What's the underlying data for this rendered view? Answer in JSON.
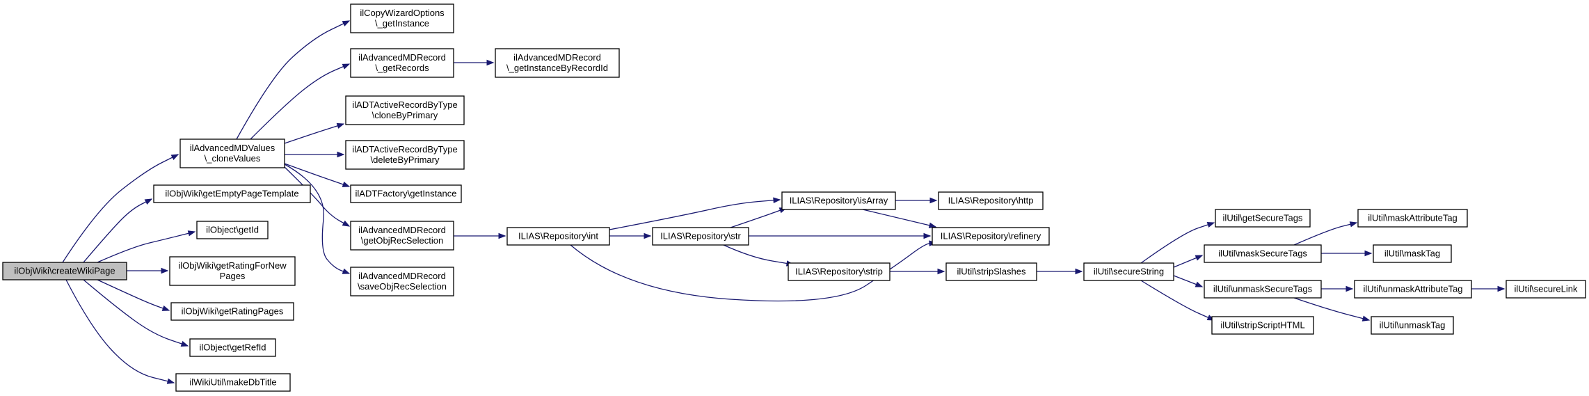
{
  "graph": {
    "title": "",
    "colors": {
      "edge": "#191970",
      "node_fill": "#ffffff",
      "root_fill": "#bfbfbf",
      "border": "#000000"
    },
    "nodes": [
      {
        "id": "root",
        "lines": [
          "ilObjWiki\\createWikiPage"
        ],
        "root": true
      },
      {
        "id": "advvalues",
        "lines": [
          "ilAdvancedMDValues",
          "\\_cloneValues"
        ]
      },
      {
        "id": "getemptypage",
        "lines": [
          "ilObjWiki\\getEmptyPageTemplate"
        ]
      },
      {
        "id": "getid",
        "lines": [
          "ilObject\\getId"
        ]
      },
      {
        "id": "ratingnew",
        "lines": [
          "ilObjWiki\\getRatingForNew",
          "Pages"
        ]
      },
      {
        "id": "ratingpages",
        "lines": [
          "ilObjWiki\\getRatingPages"
        ]
      },
      {
        "id": "getrefid",
        "lines": [
          "ilObject\\getRefId"
        ]
      },
      {
        "id": "makedbtitle",
        "lines": [
          "ilWikiUtil\\makeDbTitle"
        ]
      },
      {
        "id": "copywizard",
        "lines": [
          "ilCopyWizardOptions",
          "\\_getInstance"
        ]
      },
      {
        "id": "getrecords",
        "lines": [
          "ilAdvancedMDRecord",
          "\\_getRecords"
        ]
      },
      {
        "id": "getinstbyrec",
        "lines": [
          "ilAdvancedMDRecord",
          "\\_getInstanceByRecordId"
        ]
      },
      {
        "id": "clonebyprimary",
        "lines": [
          "ilADTActiveRecordByType",
          "\\cloneByPrimary"
        ]
      },
      {
        "id": "deletebyprimary",
        "lines": [
          "ilADTActiveRecordByType",
          "\\deleteByPrimary"
        ]
      },
      {
        "id": "adtfactory",
        "lines": [
          "ilADTFactory\\getInstance"
        ]
      },
      {
        "id": "getobjrecsel",
        "lines": [
          "ilAdvancedMDRecord",
          "\\getObjRecSelection"
        ]
      },
      {
        "id": "saveobjrecsel",
        "lines": [
          "ilAdvancedMDRecord",
          "\\saveObjRecSelection"
        ]
      },
      {
        "id": "repoint",
        "lines": [
          "ILIAS\\Repository\\int"
        ]
      },
      {
        "id": "repostr",
        "lines": [
          "ILIAS\\Repository\\str"
        ]
      },
      {
        "id": "repoisarray",
        "lines": [
          "ILIAS\\Repository\\isArray"
        ]
      },
      {
        "id": "repostrip",
        "lines": [
          "ILIAS\\Repository\\strip"
        ]
      },
      {
        "id": "repohttp",
        "lines": [
          "ILIAS\\Repository\\http"
        ]
      },
      {
        "id": "reporefinery",
        "lines": [
          "ILIAS\\Repository\\refinery"
        ]
      },
      {
        "id": "stripslashes",
        "lines": [
          "ilUtil\\stripSlashes"
        ]
      },
      {
        "id": "securestring",
        "lines": [
          "ilUtil\\secureString"
        ]
      },
      {
        "id": "getsecuretags",
        "lines": [
          "ilUtil\\getSecureTags"
        ]
      },
      {
        "id": "masksecuretags",
        "lines": [
          "ilUtil\\maskSecureTags"
        ]
      },
      {
        "id": "unmasksecuretags",
        "lines": [
          "ilUtil\\unmaskSecureTags"
        ]
      },
      {
        "id": "stripscripthtml",
        "lines": [
          "ilUtil\\stripScriptHTML"
        ]
      },
      {
        "id": "maskattrtag",
        "lines": [
          "ilUtil\\maskAttributeTag"
        ]
      },
      {
        "id": "masktag",
        "lines": [
          "ilUtil\\maskTag"
        ]
      },
      {
        "id": "unmaskattrtag",
        "lines": [
          "ilUtil\\unmaskAttributeTag"
        ]
      },
      {
        "id": "unmasktag",
        "lines": [
          "ilUtil\\unmaskTag"
        ]
      },
      {
        "id": "securelink",
        "lines": [
          "ilUtil\\secureLink"
        ]
      }
    ]
  }
}
